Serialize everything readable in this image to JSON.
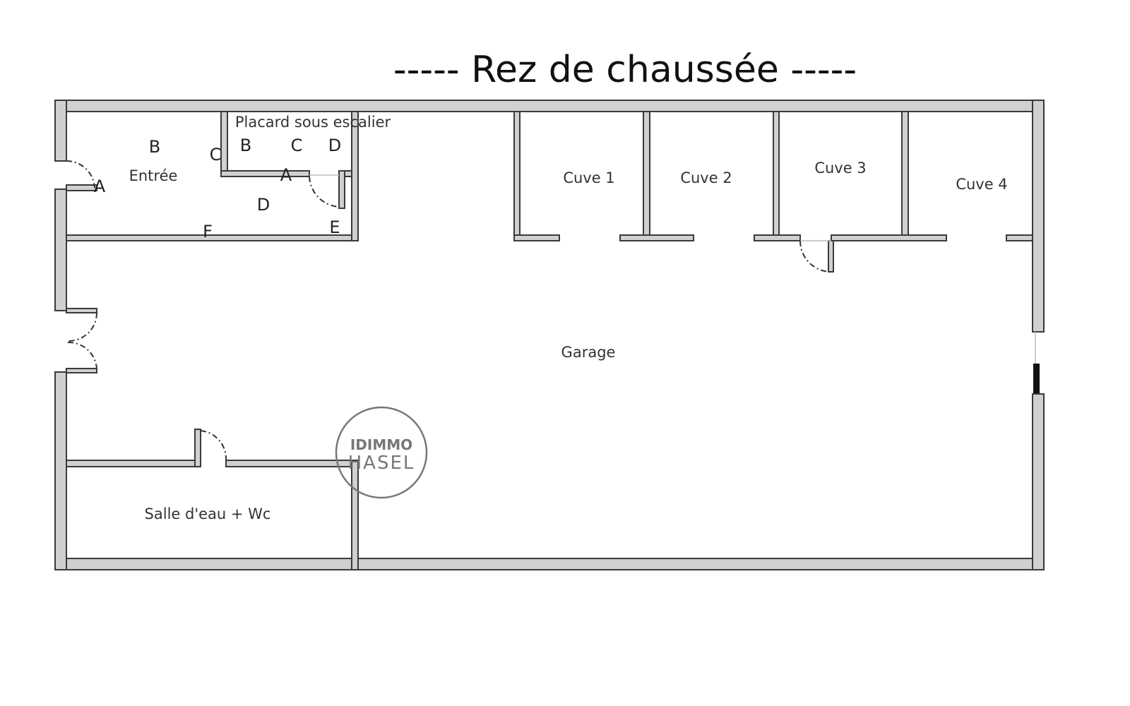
{
  "title": "-----  Rez de chaussée  -----",
  "rooms": {
    "entree": "Entrée",
    "placard": "Placard sous escalier",
    "cuve1": "Cuve 1",
    "cuve2": "Cuve 2",
    "cuve3": "Cuve 3",
    "cuve4": "Cuve 4",
    "garage": "Garage",
    "salle": "Salle d'eau + Wc"
  },
  "letters": {
    "entree_b": "B",
    "entree_a": "A",
    "entree_c": "C",
    "entree_d": "D",
    "entree_e": "E",
    "entree_f": "F",
    "placard_c": "C",
    "placard_b": "B",
    "placard_a": "A",
    "placard_d": "D"
  },
  "watermark": {
    "line1": "IDIMMO",
    "line2": "HASEL"
  }
}
